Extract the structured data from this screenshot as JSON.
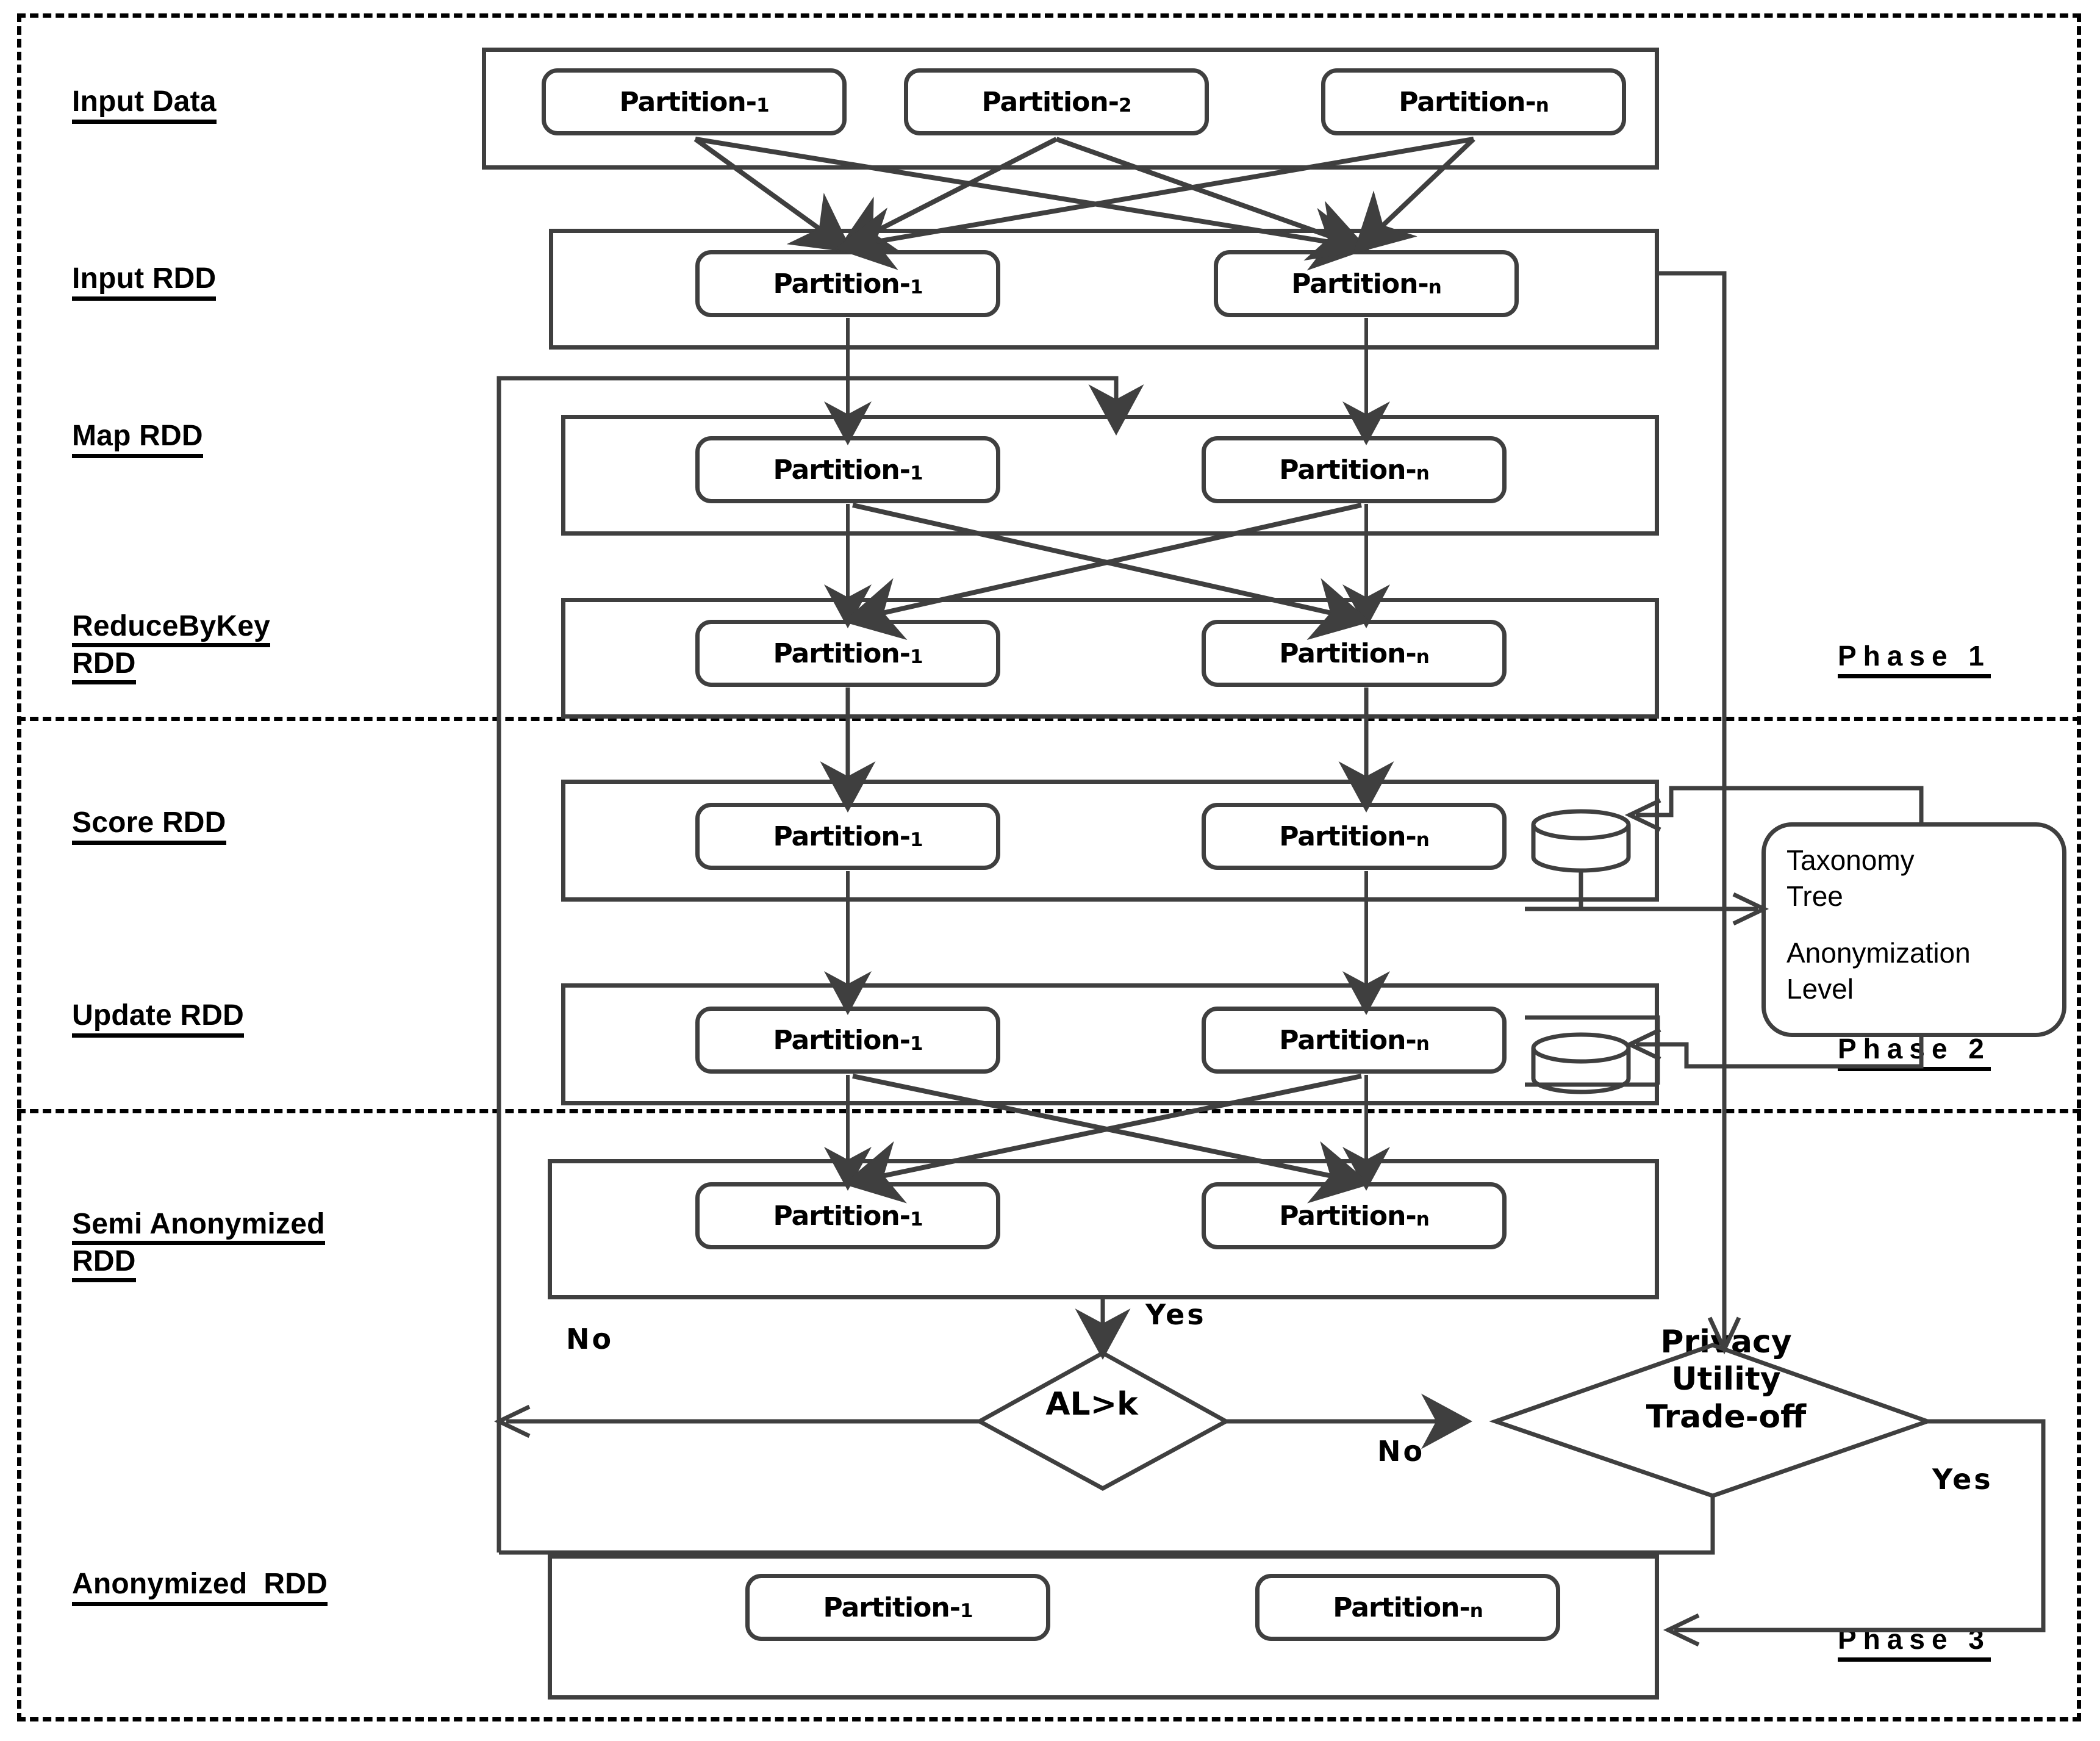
{
  "diagram": {
    "title": "Spark RDD based three-phase data anonymization workflow",
    "line_color": "#3f3f3f",
    "text_color": "#000000"
  },
  "row_labels": [
    {
      "key": "input_data",
      "text": "Input Data"
    },
    {
      "key": "input_rdd",
      "text": "Input RDD"
    },
    {
      "key": "map_rdd",
      "text": "Map RDD"
    },
    {
      "key": "reducebykey_rdd",
      "text": "ReduceByKey\nRDD"
    },
    {
      "key": "score_rdd",
      "text": "Score RDD"
    },
    {
      "key": "update_rdd",
      "text": "Update RDD"
    },
    {
      "key": "semi_anon_rdd",
      "text": "Semi Anonymized\nRDD"
    },
    {
      "key": "anonymized_rdd",
      "text": "Anonymized  RDD"
    }
  ],
  "partition_labels": {
    "p1": "Partition-",
    "p1_sub": "1",
    "p2": "Partition-",
    "p2_sub": "2",
    "pn": "Partition-",
    "pn_sub": "n"
  },
  "rows": [
    {
      "key": "input_data",
      "chips": [
        {
          "name": "Partition-",
          "sub": "1"
        },
        {
          "name": "Partition-",
          "sub": "2"
        },
        {
          "name": "Partition-",
          "sub": "n"
        }
      ]
    },
    {
      "key": "input_rdd",
      "chips": [
        {
          "name": "Partition-",
          "sub": "1"
        },
        {
          "name": "Partition-",
          "sub": "n"
        }
      ]
    },
    {
      "key": "map_rdd",
      "chips": [
        {
          "name": "Partition-",
          "sub": "1"
        },
        {
          "name": "Partition-",
          "sub": "n"
        }
      ]
    },
    {
      "key": "reducebykey_rdd",
      "chips": [
        {
          "name": "Partition-",
          "sub": "1"
        },
        {
          "name": "Partition-",
          "sub": "n"
        }
      ]
    },
    {
      "key": "score_rdd",
      "chips": [
        {
          "name": "Partition-",
          "sub": "1"
        },
        {
          "name": "Partition-",
          "sub": "n"
        }
      ]
    },
    {
      "key": "update_rdd",
      "chips": [
        {
          "name": "Partition-",
          "sub": "1"
        },
        {
          "name": "Partition-",
          "sub": "n"
        }
      ]
    },
    {
      "key": "semi_anon_rdd",
      "chips": [
        {
          "name": "Partition-",
          "sub": "1"
        },
        {
          "name": "Partition-",
          "sub": "n"
        }
      ]
    },
    {
      "key": "anonymized_rdd",
      "chips": [
        {
          "name": "Partition-",
          "sub": "1"
        },
        {
          "name": "Partition-",
          "sub": "n"
        }
      ]
    }
  ],
  "side_panel": {
    "taxonomy_tree": "Taxonomy\nTree",
    "anonymization_level": "Anonymization\nLevel"
  },
  "decisions": {
    "al_gt_k": "AL>k",
    "privacy_tradeoff": "Privacy\nUtility\nTrade-off"
  },
  "edge_labels": {
    "al_yes": "Yes",
    "al_no": "No",
    "trade_no": "No",
    "trade_yes": "Yes"
  },
  "phases": [
    {
      "key": "phase1",
      "text": "Phase 1"
    },
    {
      "key": "phase2",
      "text": "Phase 2"
    },
    {
      "key": "phase3",
      "text": "Phase 3"
    }
  ]
}
